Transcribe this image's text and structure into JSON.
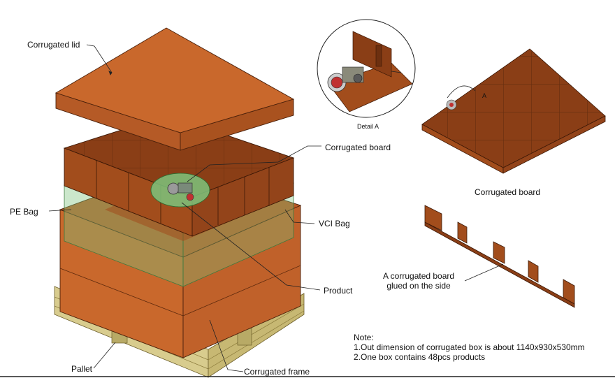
{
  "labels": {
    "corrugated_lid": "Corrugated lid",
    "corrugated_board_main": "Corrugated board",
    "pe_bag": "PE Bag",
    "vci_bag": "VCI Bag",
    "product": "Product",
    "pallet": "Pallet",
    "corrugated_frame": "Corrugated frame",
    "detail_a": "Detail A",
    "detail_marker": "A",
    "corrugated_board_right": "Corrugated board",
    "glued_board_line1": "A corrugated board",
    "glued_board_line2": "glued on the side"
  },
  "notes": {
    "title": "Note:",
    "line1": "1.Out dimension of corrugated box is about 1140x930x530mm",
    "line2": "2.One box contains 48pcs products"
  },
  "colors": {
    "carton_face": "#c9682c",
    "carton_side": "#a24d1c",
    "carton_top": "#b95a24",
    "divider": "#8a3e16",
    "divider_dark": "#5e2a0d",
    "bag_green": "#7cc47c",
    "pallet_wood": "#d8cc8e",
    "pallet_dark": "#b8aa66"
  }
}
